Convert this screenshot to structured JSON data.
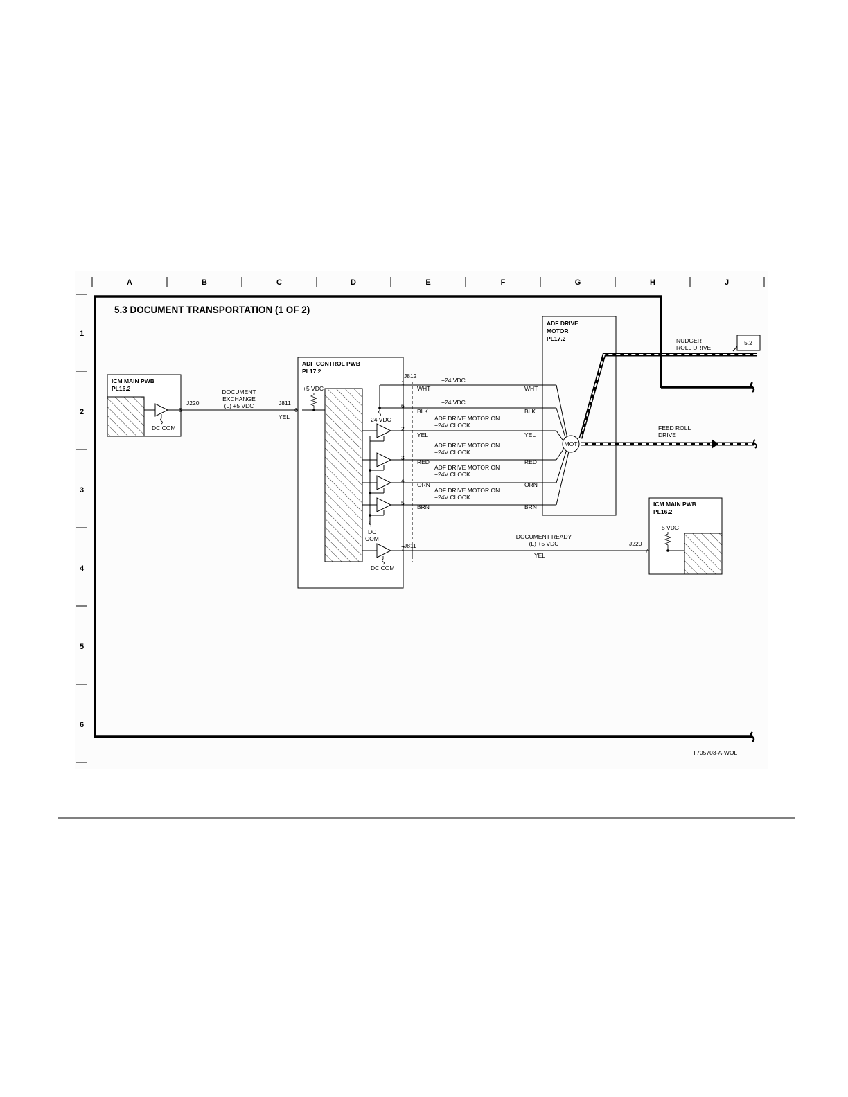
{
  "diagram": {
    "title": "5.3 DOCUMENT TRANSPORTATION (1 OF 2)",
    "figure_id": "T705703-A-WOL",
    "grid_columns": [
      "A",
      "B",
      "C",
      "D",
      "E",
      "F",
      "G",
      "H",
      "J"
    ],
    "grid_rows": [
      "1",
      "2",
      "3",
      "4",
      "5",
      "6"
    ]
  },
  "icm_left": {
    "name_line1": "ICM MAIN PWB",
    "name_line2": "PL16.2",
    "dc_com": "DC COM",
    "connector": "J220",
    "pin": "6"
  },
  "signal_exchange": {
    "line1": "DOCUMENT",
    "line2": "EXCHANGE",
    "line3": "(L) +5 VDC",
    "wire": "YEL"
  },
  "adf_control": {
    "name_line1": "ADF CONTROL PWB",
    "name_line2": "PL17.2",
    "vdc5": "+5 VDC",
    "j811": "J811",
    "j811_pin": "6",
    "j812": "J812",
    "vdc24": "+24 VDC",
    "dc_line1": "DC",
    "dc_line2": "COM",
    "dc_com_bottom": "DC COM",
    "j811_b": "J811",
    "j811_b_pin": "7"
  },
  "motor_lines": [
    {
      "pin": "1",
      "wire": "WHT",
      "label1": "+24 VDC",
      "label2": ""
    },
    {
      "pin": "6",
      "wire": "BLK",
      "label1": "+24 VDC",
      "label2": ""
    },
    {
      "pin": "2",
      "wire": "YEL",
      "label1": "ADF DRIVE MOTOR ON",
      "label2": "+24V CLOCK"
    },
    {
      "pin": "3",
      "wire": "RED",
      "label1": "ADF DRIVE MOTOR ON",
      "label2": "+24V CLOCK"
    },
    {
      "pin": "4",
      "wire": "ORN",
      "label1": "ADF DRIVE MOTOR ON",
      "label2": "+24V CLOCK"
    },
    {
      "pin": "5",
      "wire": "BRN",
      "label1": "ADF DRIVE MOTOR ON",
      "label2": "+24V CLOCK"
    }
  ],
  "adf_motor": {
    "name_line1": "ADF DRIVE",
    "name_line2": "MOTOR",
    "name_line3": "PL17.2",
    "mot": "MOT"
  },
  "drives": {
    "nudger_line1": "NUDGER",
    "nudger_line2": "ROLL DRIVE",
    "ref": "5.2",
    "feed_line1": "FEED ROLL",
    "feed_line2": "DRIVE"
  },
  "signal_ready": {
    "line1": "DOCUMENT READY",
    "line2": "(L) +5 VDC",
    "wire": "YEL"
  },
  "icm_right": {
    "name_line1": "ICM MAIN PWB",
    "name_line2": "PL16.2",
    "vdc5": "+5 VDC",
    "connector": "J220",
    "pin": "7"
  }
}
